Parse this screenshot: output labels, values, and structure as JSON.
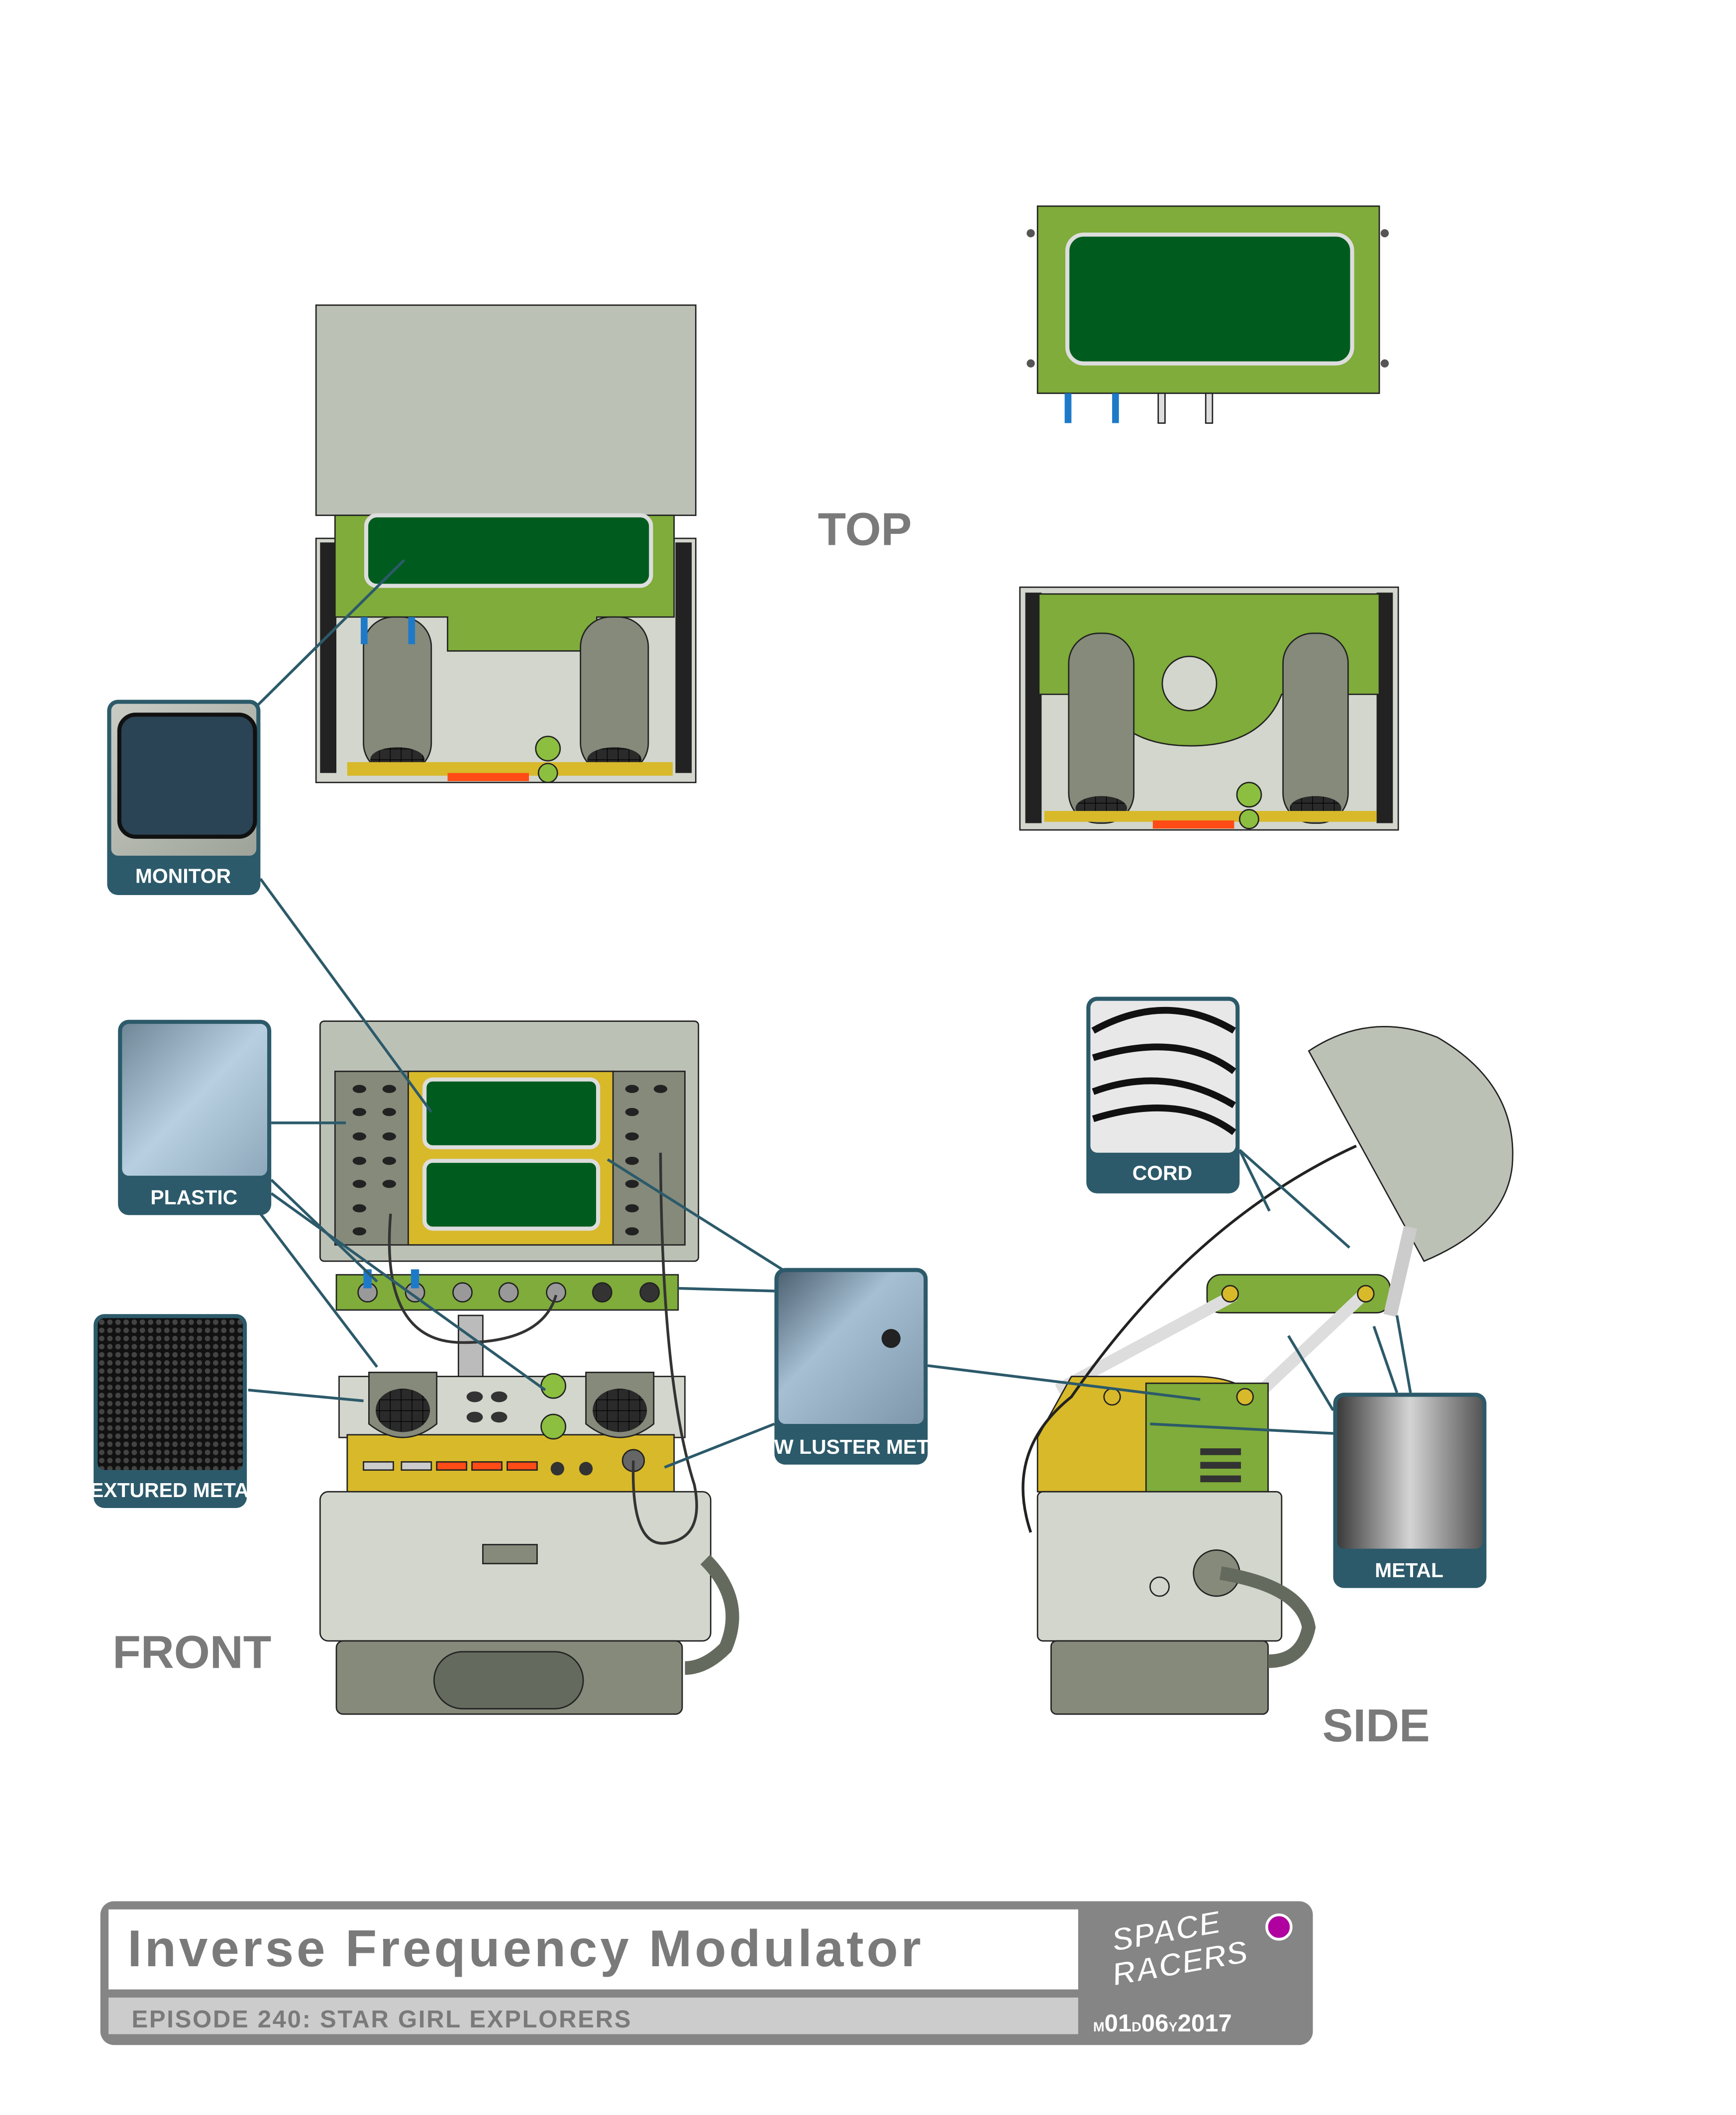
{
  "views": {
    "top": "TOP",
    "front": "FRONT",
    "side": "SIDE"
  },
  "callouts": [
    {
      "id": "monitor",
      "label": "MONITOR"
    },
    {
      "id": "plastic",
      "label": "PLASTIC"
    },
    {
      "id": "textured-metal",
      "label": "TEXTURED METAL"
    },
    {
      "id": "low-luster-metal",
      "label": "LOW LUSTER METAL"
    },
    {
      "id": "cord",
      "label": "CORD"
    },
    {
      "id": "metal",
      "label": "METAL"
    }
  ],
  "title_block": {
    "title": "Inverse Frequency Modulator",
    "episode": "EPISODE 240: STAR GIRL EXPLORERS",
    "logo_text": "SPACE RACERS",
    "date": {
      "m_label": "M",
      "month": "01",
      "d_label": "D",
      "day": "06",
      "y_label": "Y",
      "year": "2017"
    }
  },
  "colors": {
    "accent": "#2c5a6a",
    "green": "#7fac3a",
    "screen": "#005c1e",
    "yellow": "#d8b92a",
    "body": "#d2d6cc",
    "dot": "#b0009f"
  }
}
